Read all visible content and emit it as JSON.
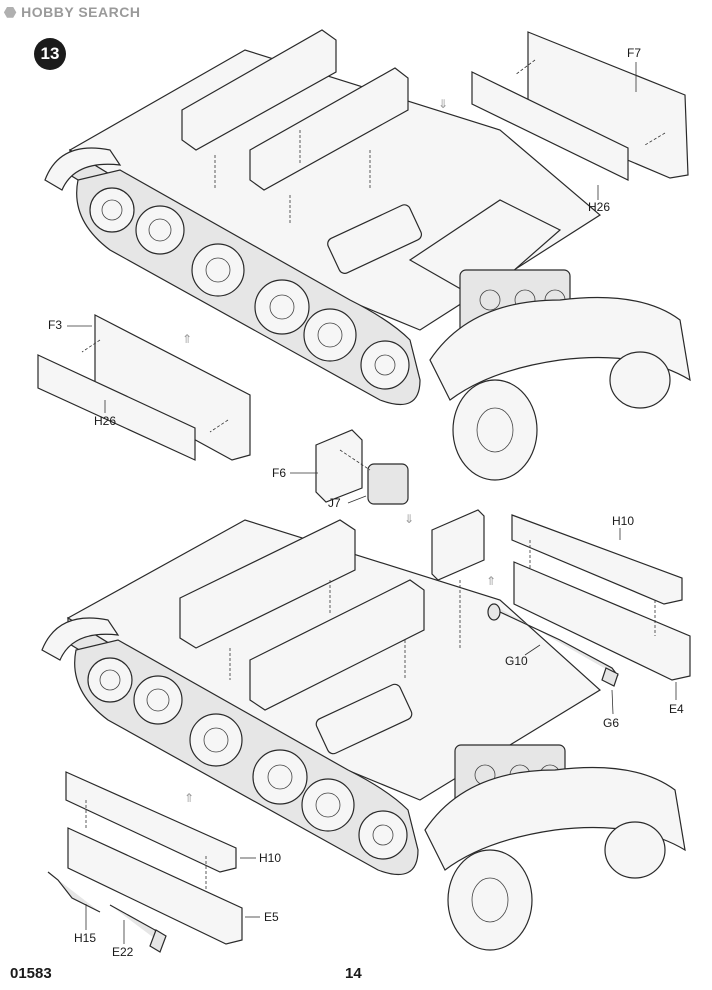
{
  "watermark": {
    "text": "HOBBY SEARCH"
  },
  "step": {
    "number": "13"
  },
  "labels": {
    "f7": "F7",
    "h26_top": "H26",
    "f3": "F3",
    "h26_left": "H26",
    "f6": "F6",
    "j7": "J7",
    "h10_top": "H10",
    "g10": "G10",
    "e4": "E4",
    "g6": "G6",
    "h10_bottom": "H10",
    "e5": "E5",
    "h15": "H15",
    "e22": "E22"
  },
  "footer": {
    "code": "01583",
    "page": "14"
  }
}
